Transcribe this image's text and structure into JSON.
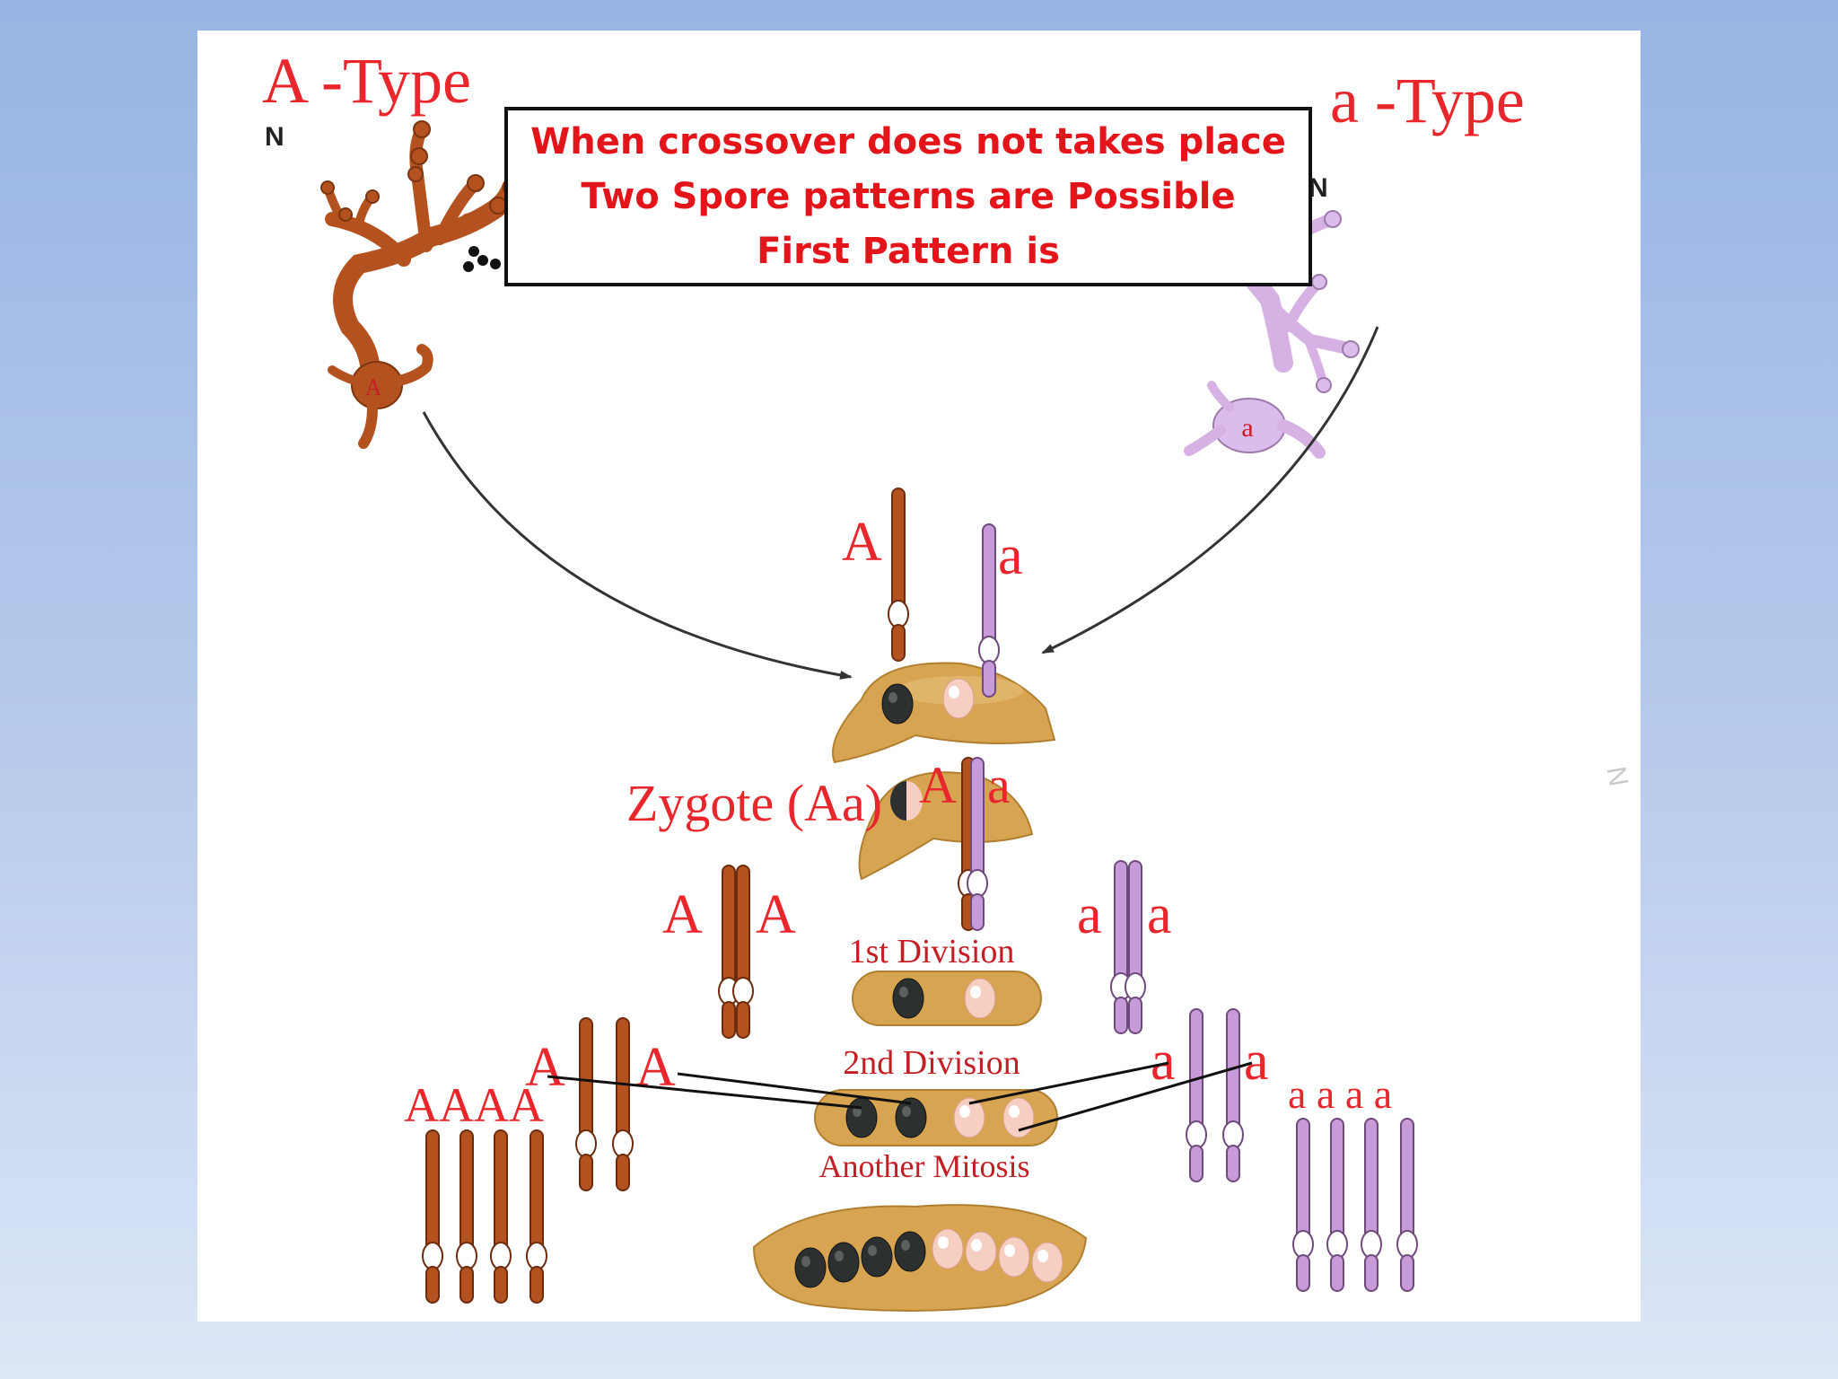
{
  "title_a_type": "A -Type",
  "title_a_small_type": "a -Type",
  "ploidy_left": "N",
  "ploidy_right": "N",
  "nucleus_left": "A",
  "nucleus_right": "a",
  "info_box": {
    "line1": "When crossover does not takes place",
    "line2": "Two Spore patterns are Possible",
    "line3": "First Pattern is"
  },
  "zygote_label": "Zygote (Aa)",
  "chrom_labels": {
    "top_A": "A",
    "top_a": "a",
    "zygote_A": "A",
    "zygote_a": "a",
    "div1_left_A1": "A",
    "div1_left_A2": "A",
    "div1_right_a1": "a",
    "div1_right_a2": "a",
    "div2_left_A1": "A",
    "div2_left_A2": "A",
    "div2_right_a1": "a",
    "div2_right_a2": "a",
    "final_left": "AAAA",
    "final_right": "a a a a"
  },
  "stage_labels": {
    "first_division": "1st Division",
    "second_division": "2nd Division",
    "mitosis": "Another Mitosis"
  },
  "margin_mark": "N",
  "colors": {
    "a_type_strain": "#b4521f",
    "a_small_type_strain": "#cfa6dc",
    "ascus": "#d7a552",
    "dark_spore": "#2d3030",
    "light_spore": "#f7cfc2",
    "label_red": "#e8262b"
  }
}
